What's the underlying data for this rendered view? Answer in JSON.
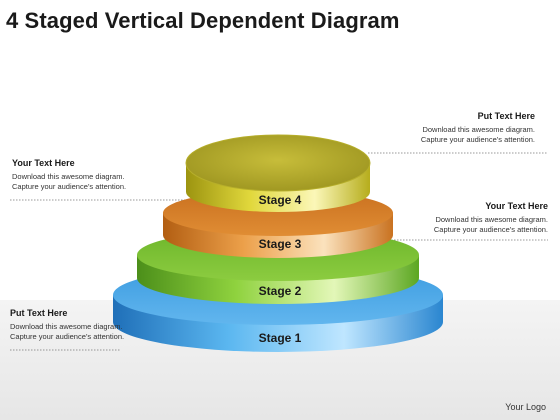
{
  "title": "4 Staged Vertical Dependent Diagram",
  "stages": [
    {
      "label": "Stage 1",
      "color": "#3a9ee0"
    },
    {
      "label": "Stage 2",
      "color": "#7ac230"
    },
    {
      "label": "Stage 3",
      "color": "#e0902e"
    },
    {
      "label": "Stage 4",
      "color": "#c9c230"
    }
  ],
  "callouts": {
    "top_right": {
      "heading": "Put Text Here",
      "line1": "Download this  awesome diagram.",
      "line2": "Capture your audience’s attention."
    },
    "left_upper": {
      "heading": "Your Text Here",
      "line1": "Download this  awesome diagram.",
      "line2": "Capture your audience’s attention."
    },
    "right_mid": {
      "heading": "Your Text Here",
      "line1": "Download this  awesome diagram.",
      "line2": "Capture your audience’s attention."
    },
    "left_lower": {
      "heading": "Put  Text Here",
      "line1": "Download this  awesome diagram.",
      "line2": "Capture your audience’s attention."
    }
  },
  "logo": "Your Logo"
}
